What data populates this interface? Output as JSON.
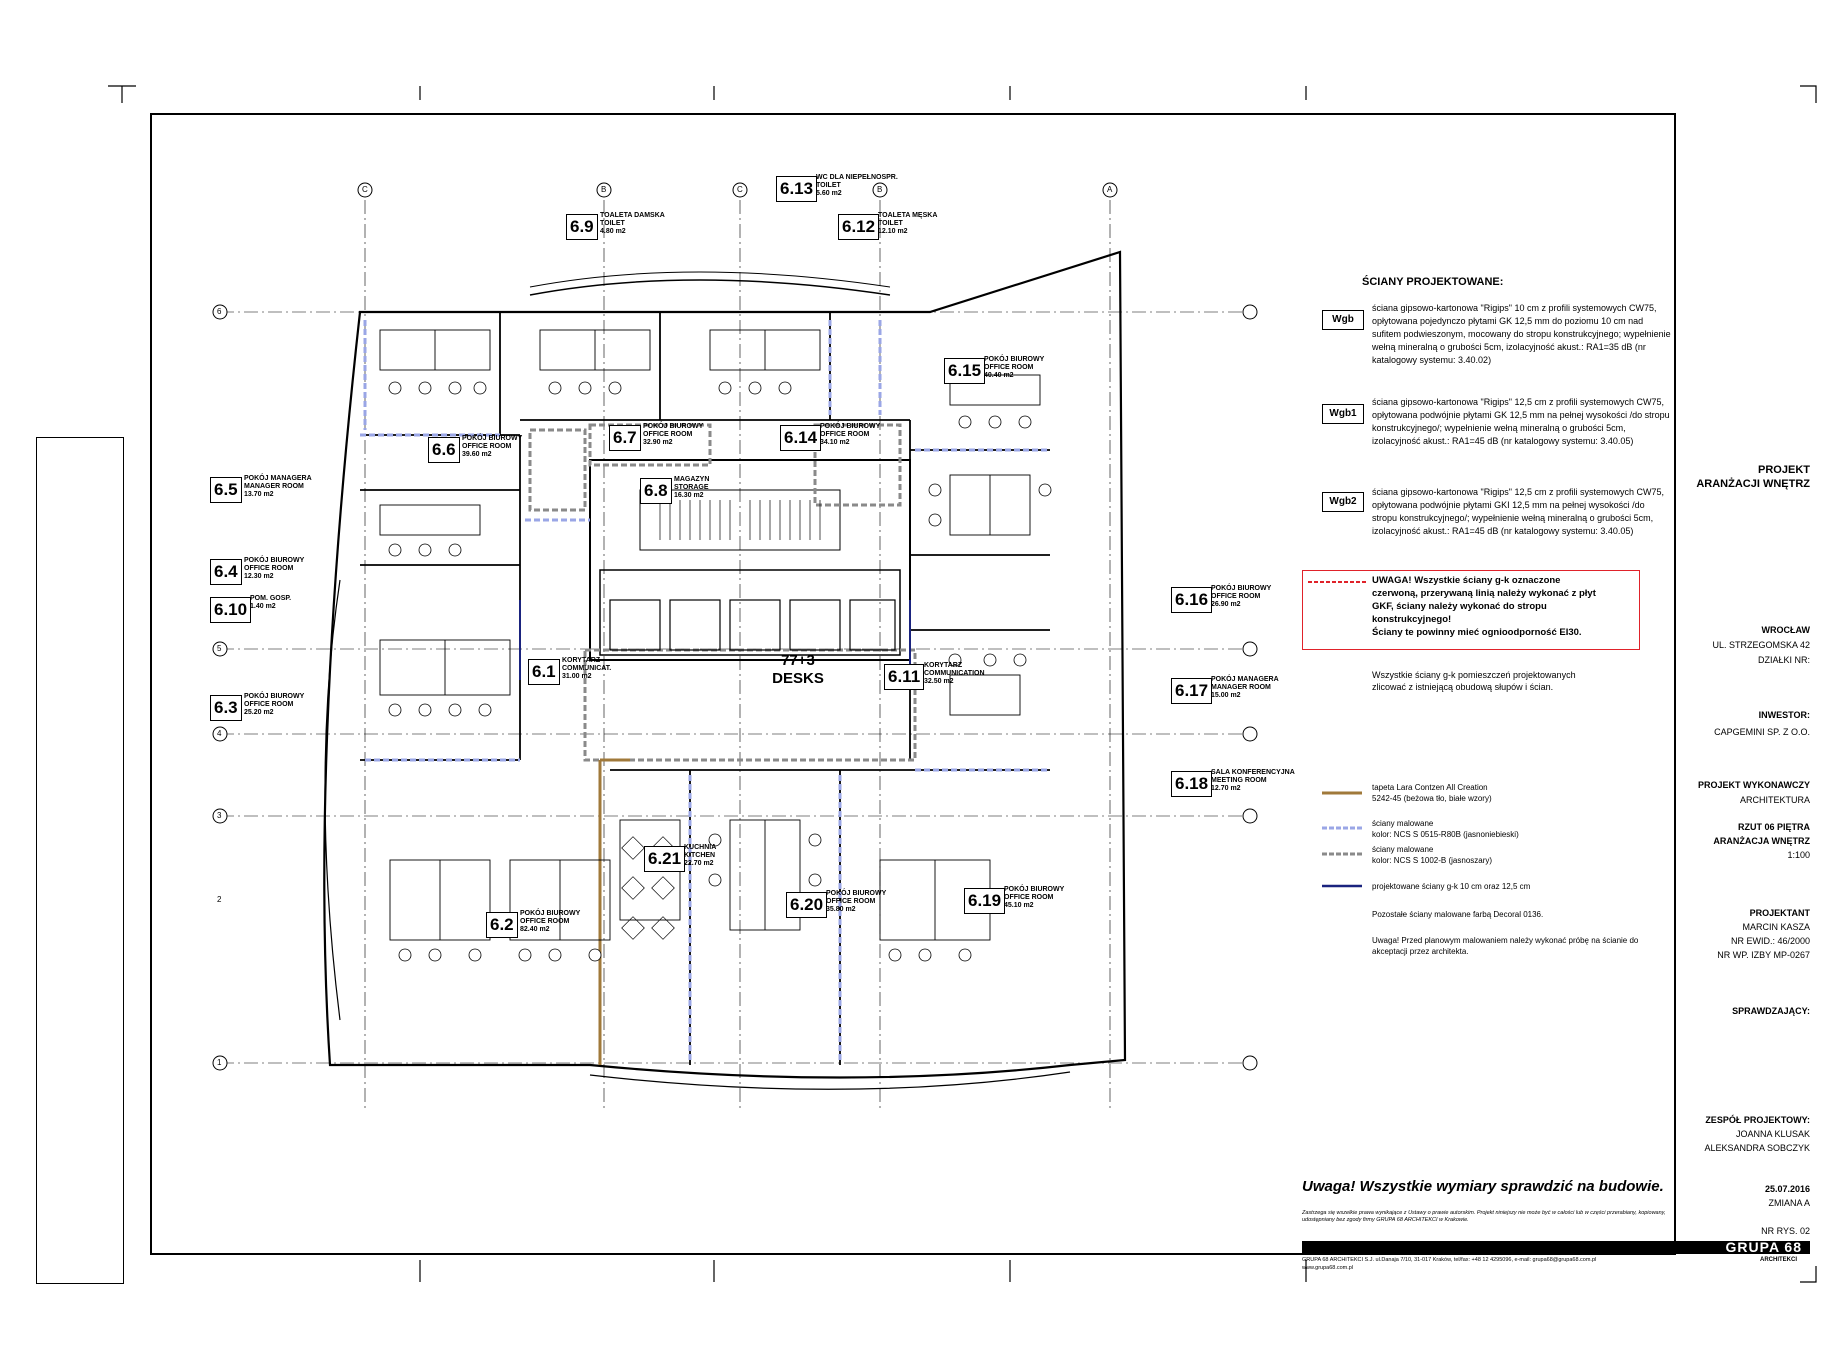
{
  "legend": {
    "heading": "ŚCIANY PROJEKTOWANE:",
    "items": [
      {
        "code": "Wgb",
        "text": "ściana gipsowo-kartonowa \"Rigips\" 10 cm z profili systemowych CW75, opłytowana pojedynczo płytami GK 12,5 mm do poziomu 10 cm nad sufitem podwieszonym, mocowany do stropu konstrukcyjnego; wypełnienie wełną mineralną o grubości 5cm, izolacyjność akust.: RA1=35 dB (nr katalogowy systemu: 3.40.02)"
      },
      {
        "code": "Wgb1",
        "text": "ściana gipsowo-kartonowa \"Rigips\" 12,5 cm z profili systemowych CW75, opłytowana podwójnie płytami GK 12,5 mm na pełnej wysokości /do stropu konstrukcyjnego/; wypełnienie wełną mineralną o grubości 5cm, izolacyjność akust.: RA1=45 dB (nr katalogowy systemu: 3.40.05)"
      },
      {
        "code": "Wgb2",
        "text": "ściana gipsowo-kartonowa \"Rigips\" 12,5 cm z profili systemowych CW75, opłytowana podwójnie płytami GKI 12,5 mm na pełnej wysokości /do stropu konstrukcyjnego/; wypełnienie wełną mineralną o grubości 5cm, izolacyjność akust.: RA1=45 dB (nr katalogowy systemu: 3.40.05)"
      }
    ],
    "warning_lines": [
      "UWAGA! Wszystkie ściany g-k oznaczone",
      "czerwoną, przerywaną linią należy wykonać z płyt",
      "GKF, ściany należy wykonać do stropu",
      "konstrukcyjnego!",
      "Ściany te powinny mieć ognioodporność EI30."
    ],
    "note_lines": [
      "Wszystkie ściany g-k pomieszczeń projektowanych",
      "zlicować z istniejącą obudową słupów i ścian."
    ],
    "lines": [
      {
        "color": "#a0793a",
        "text1": "tapeta Lara Contzen All Creation",
        "text2": "5242-45 (beżowa tło, białe wzory)"
      },
      {
        "color": "#9aa6e6",
        "text1": "ściany malowane",
        "text2": "kolor: NCS S 0515-R80B (jasnoniebieski)"
      },
      {
        "color": "#8a8a8a",
        "text1": "ściany malowane",
        "text2": "kolor: NCS S 1002-B (jasnoszary)"
      },
      {
        "color": "#1a237e",
        "text1": "projektowane ściany g-k 10 cm oraz 12,5 cm",
        "text2": ""
      }
    ],
    "paint_note": "Pozostałe ściany malowane farbą Decoral 0136.",
    "caution_lines": [
      "Uwaga! Przed planowym malowaniem należy wykonać próbę na ścianie do",
      "akceptacji przez architekta."
    ]
  },
  "plan": {
    "center_label_1": "77+3",
    "center_label_2": "DESKS",
    "rooms": [
      {
        "num": "6.13",
        "l1": "WC DLA NIEPEŁNOSPR.",
        "l2": "TOILET",
        "l3": "5.60 m2"
      },
      {
        "num": "6.9",
        "l1": "TOALETA DAMSKA",
        "l2": "TOILET",
        "l3": "4.80 m2"
      },
      {
        "num": "6.12",
        "l1": "TOALETA MĘSKA",
        "l2": "TOILET",
        "l3": "12.10 m2"
      },
      {
        "num": "6.15",
        "l1": "POKÓJ BIUROWY",
        "l2": "OFFICE ROOM",
        "l3": "40.40 m2"
      },
      {
        "num": "6.6",
        "l1": "POKÓJ BIUROWY",
        "l2": "OFFICE ROOM",
        "l3": "39.60 m2"
      },
      {
        "num": "6.7",
        "l1": "POKÓJ BIUROWY",
        "l2": "OFFICE ROOM",
        "l3": "32.90 m2"
      },
      {
        "num": "6.14",
        "l1": "POKÓJ BIUROWY",
        "l2": "OFFICE ROOM",
        "l3": "34.10 m2"
      },
      {
        "num": "6.5",
        "l1": "POKÓJ MANAGERA",
        "l2": "MANAGER ROOM",
        "l3": "13.70 m2"
      },
      {
        "num": "6.8",
        "l1": "MAGAZYN",
        "l2": "STORAGE",
        "l3": "16.30 m2"
      },
      {
        "num": "6.4",
        "l1": "POKÓJ BIUROWY",
        "l2": "OFFICE ROOM",
        "l3": "12.30 m2"
      },
      {
        "num": "6.10",
        "l1": "POM. GOSP.",
        "l2": "",
        "l3": "1.40 m2"
      },
      {
        "num": "6.16",
        "l1": "POKÓJ BIUROWY",
        "l2": "OFFICE ROOM",
        "l3": "26.90 m2"
      },
      {
        "num": "6.1",
        "l1": "KORYTARZ",
        "l2": "COMMUNICAT.",
        "l3": "31.00 m2"
      },
      {
        "num": "6.11",
        "l1": "KORYTARZ",
        "l2": "COMMUNICATION",
        "l3": "32.50 m2"
      },
      {
        "num": "6.3",
        "l1": "POKÓJ BIUROWY",
        "l2": "OFFICE ROOM",
        "l3": "25.20 m2"
      },
      {
        "num": "6.17",
        "l1": "POKÓJ MANAGERA",
        "l2": "MANAGER ROOM",
        "l3": "15.00 m2"
      },
      {
        "num": "6.18",
        "l1": "SALA KONFERENCYJNA",
        "l2": "MEETING ROOM",
        "l3": "12.70 m2"
      },
      {
        "num": "6.21",
        "l1": "KUCHNIA",
        "l2": "KITCHEN",
        "l3": "22.70 m2"
      },
      {
        "num": "6.20",
        "l1": "POKÓJ BIUROWY",
        "l2": "OFFICE ROOM",
        "l3": "35.80 m2"
      },
      {
        "num": "6.19",
        "l1": "POKÓJ BIUROWY",
        "l2": "OFFICE ROOM",
        "l3": "45.10 m2"
      },
      {
        "num": "6.2",
        "l1": "POKÓJ BIUROWY",
        "l2": "OFFICE ROOM",
        "l3": "82.40 m2"
      }
    ],
    "axis_letters_top": [
      "C",
      "B",
      "C",
      "B",
      "A"
    ],
    "axis_numbers_left": [
      "6",
      "5",
      "4",
      "3",
      "2",
      "1"
    ]
  },
  "title_block": {
    "project_1": "PROJEKT",
    "project_2": "ARANŻACJI WNĘTRZ",
    "city": "WROCŁAW",
    "street": "UL. STRZEGOMSKA 42",
    "plot": "DZIAŁKI NR:",
    "investor_label": "INWESTOR:",
    "investor": "CAPGEMINI SP. Z O.O.",
    "executive_label": "PROJEKT WYKONAWCZY",
    "branch": "ARCHITEKTURA",
    "drawing_1": "RZUT 06 PIĘTRA",
    "drawing_2": "ARANŻACJA WNĘTRZ",
    "scale": "1:100",
    "designer_label": "PROJEKTANT",
    "designer": "MARCIN KASZA",
    "ewid": "NR EWID.: 46/2000",
    "izby": "NR WP. IZBY MP-0267",
    "checked_label": "SPRAWDZAJĄCY:",
    "team_label": "ZESPÓŁ PROJEKTOWY:",
    "team_1": "JOANNA KLUSAK",
    "team_2": "ALEKSANDRA SOBCZYK",
    "date": "25.07.2016",
    "revision": "ZMIANA A",
    "sheet_no": "NR RYS. 02",
    "company": "GRUPA 68",
    "company_sub": "ARCHITEKCI",
    "warning_big": "Uwaga! Wszystkie wymiary sprawdzić na budowie.",
    "copyright": "Zastrzega się wszelkie prawa wynikające z Ustawy o prawie autorskim. Projekt niniejszy nie może być w całości lub w części przerabiany, kopiowany, udostępniany bez zgody firmy GRUPA 68 ARCHITEKCI w Krakowie.",
    "address": "GRUPA 68 ARCHITEKCI S.J. ul.Danaja 7/10, 31-017 Kraków, tel/fax: +48 12 4295096, e-mail: grupa68@grupa68.com.pl",
    "web": "www.grupa68.com.pl"
  }
}
